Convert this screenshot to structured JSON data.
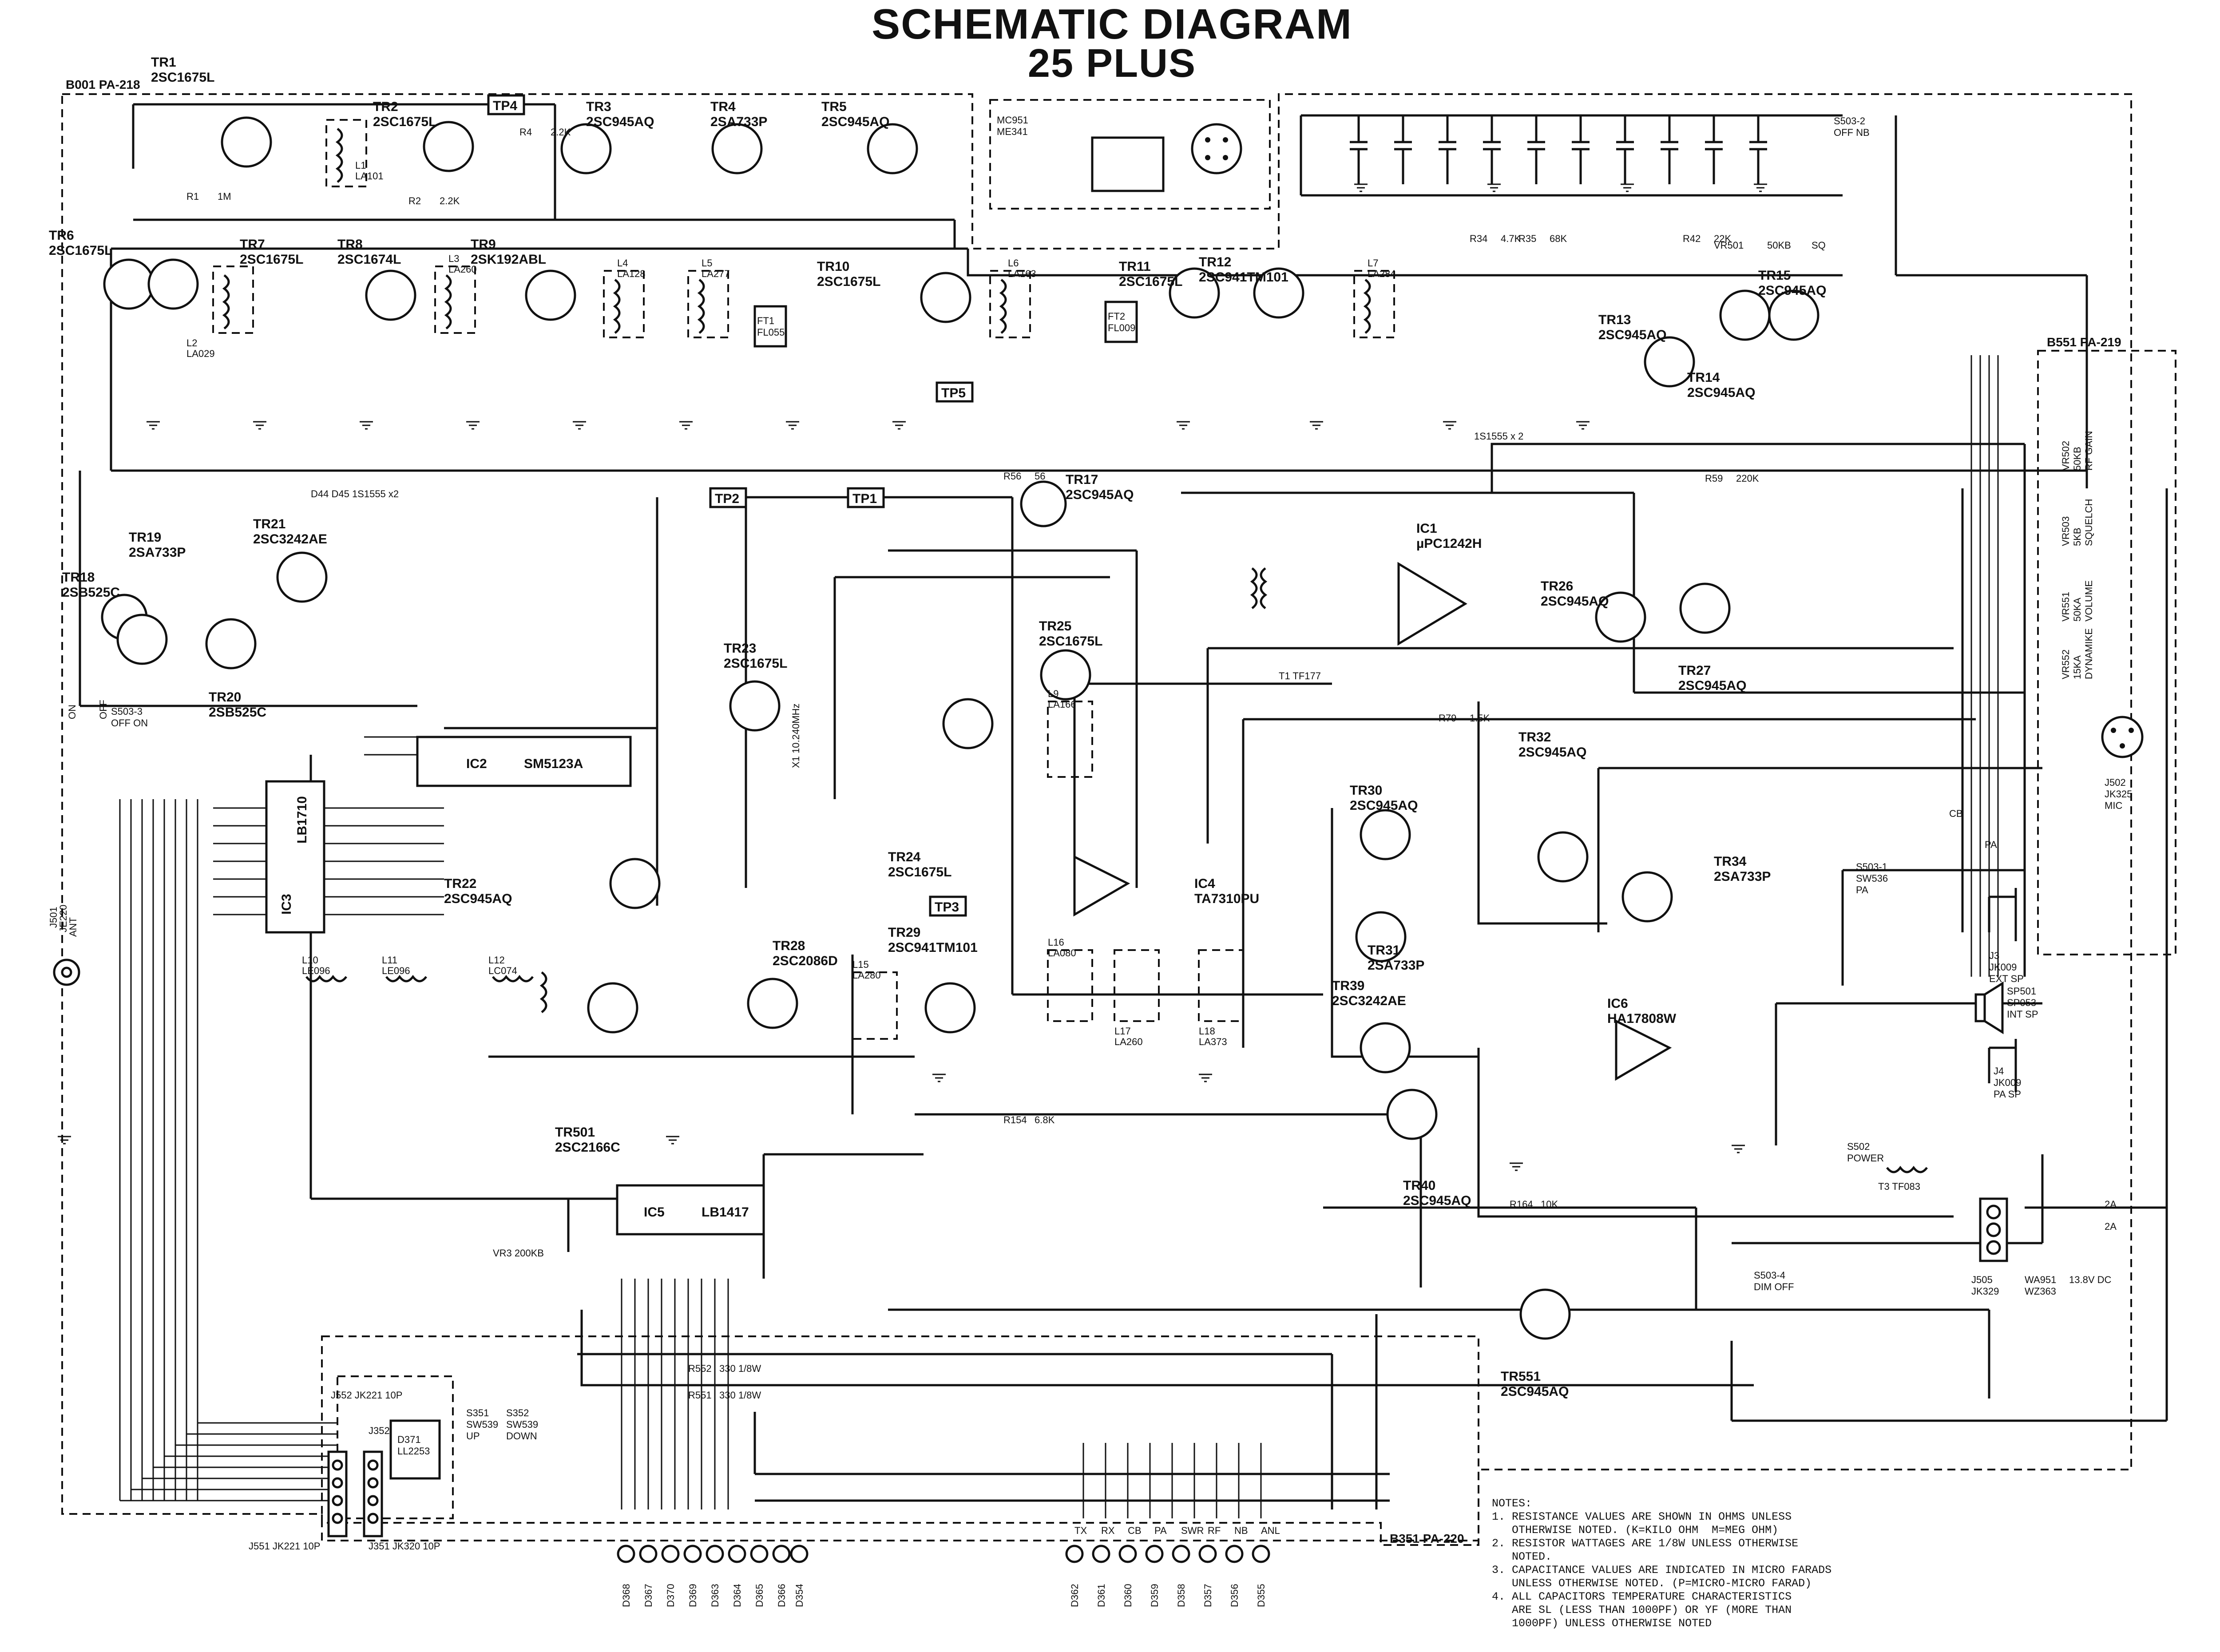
{
  "title": "SCHEMATIC DIAGRAM",
  "subtitle": "25 PLUS",
  "boards": {
    "b001": "B001 PA-218",
    "b551": "B551 PA-219",
    "b351": "B351 PA-220"
  },
  "transistors": [
    {
      "ref": "TR1",
      "part": "2SC1675L"
    },
    {
      "ref": "TR2",
      "part": "2SC1675L"
    },
    {
      "ref": "TR3",
      "part": "2SC945AQ"
    },
    {
      "ref": "TR4",
      "part": "2SA733P"
    },
    {
      "ref": "TR5",
      "part": "2SC945AQ"
    },
    {
      "ref": "TR6",
      "part": "2SC1675L"
    },
    {
      "ref": "TR7",
      "part": "2SC1675L"
    },
    {
      "ref": "TR8",
      "part": "2SC1674L"
    },
    {
      "ref": "TR9",
      "part": "2SK192ABL"
    },
    {
      "ref": "TR10",
      "part": "2SC1675L"
    },
    {
      "ref": "TR11",
      "part": "2SC1675L"
    },
    {
      "ref": "TR12",
      "part": "2SC941TM101"
    },
    {
      "ref": "TR13",
      "part": "2SC945AQ"
    },
    {
      "ref": "TR14",
      "part": "2SC945AQ"
    },
    {
      "ref": "TR15",
      "part": "2SC945AQ"
    },
    {
      "ref": "TR17",
      "part": "2SC945AQ"
    },
    {
      "ref": "TR18",
      "part": "2SB525C"
    },
    {
      "ref": "TR19",
      "part": "2SA733P"
    },
    {
      "ref": "TR20",
      "part": "2SB525C"
    },
    {
      "ref": "TR21",
      "part": "2SC3242AE"
    },
    {
      "ref": "TR22",
      "part": "2SC945AQ"
    },
    {
      "ref": "TR23",
      "part": "2SC1675L"
    },
    {
      "ref": "TR24",
      "part": "2SC1675L"
    },
    {
      "ref": "TR25",
      "part": "2SC1675L"
    },
    {
      "ref": "TR26",
      "part": "2SC945AQ"
    },
    {
      "ref": "TR27",
      "part": "2SC945AQ"
    },
    {
      "ref": "TR28",
      "part": "2SC2086D"
    },
    {
      "ref": "TR29",
      "part": "2SC941TM101"
    },
    {
      "ref": "TR30",
      "part": "2SC945AQ"
    },
    {
      "ref": "TR31",
      "part": "2SA733P"
    },
    {
      "ref": "TR32",
      "part": "2SC945AQ"
    },
    {
      "ref": "TR34",
      "part": "2SA733P"
    },
    {
      "ref": "TR39",
      "part": "2SC3242AE"
    },
    {
      "ref": "TR40",
      "part": "2SC945AQ"
    },
    {
      "ref": "TR501",
      "part": "2SC2166C"
    },
    {
      "ref": "TR551",
      "part": "2SC945AQ"
    }
  ],
  "ics": [
    {
      "ref": "IC1",
      "part": "µPC1242H"
    },
    {
      "ref": "IC2",
      "part": "SM5123A"
    },
    {
      "ref": "IC3",
      "part": "LB1710"
    },
    {
      "ref": "IC4",
      "part": "TA7310PU"
    },
    {
      "ref": "IC5",
      "part": "LB1417"
    },
    {
      "ref": "IC6",
      "part": "HA17808W"
    }
  ],
  "test_points": [
    "TP1",
    "TP2",
    "TP3",
    "TP4",
    "TP5"
  ],
  "coils": [
    {
      "ref": "L1",
      "part": "LA101"
    },
    {
      "ref": "L2",
      "part": "LA029"
    },
    {
      "ref": "L3",
      "part": "LA260"
    },
    {
      "ref": "L4",
      "part": "LA128"
    },
    {
      "ref": "L5",
      "part": "LA277"
    },
    {
      "ref": "L6",
      "part": "LA163"
    },
    {
      "ref": "L7",
      "part": "LA284"
    },
    {
      "ref": "L9",
      "part": "LA166"
    },
    {
      "ref": "L15",
      "part": "LA280"
    },
    {
      "ref": "L16",
      "part": "LA080"
    },
    {
      "ref": "L17",
      "part": "LA260"
    },
    {
      "ref": "L18",
      "part": "LA373"
    },
    {
      "ref": "L10",
      "part": "LE096"
    },
    {
      "ref": "L11",
      "part": "LE096"
    },
    {
      "ref": "L12",
      "part": "LC074"
    }
  ],
  "filters": [
    {
      "ref": "FT1",
      "part": "FL055"
    },
    {
      "ref": "FT2",
      "part": "FL009"
    }
  ],
  "connectors": {
    "mic_element": {
      "ref": "MC951",
      "part": "ME341"
    },
    "antenna": {
      "ref": "J501",
      "part": "JE220",
      "label": "ANT"
    },
    "mic_jack": {
      "ref": "J502",
      "part": "JK325",
      "label": "MIC"
    },
    "ext_sp": {
      "ref": "J3",
      "part": "JK009",
      "label": "EXT SP"
    },
    "pa_sp": {
      "ref": "J4",
      "part": "JK009",
      "label": "PA SP"
    },
    "int_sp": {
      "ref": "SP501",
      "part": "SP053",
      "label": "INT SP"
    },
    "power": {
      "ref": "J505",
      "part": "JK329",
      "label": "13.8V DC"
    },
    "power_ws": {
      "ref": "WA951",
      "part": "WZ363"
    },
    "fuse": {
      "ref": "2A",
      "note": "2A"
    },
    "j552": "J552  JK221  10P",
    "j352": "J352  JK320  10P",
    "j551": "J551  JK221  10P",
    "j351": "J351  JK320  10P"
  },
  "controls": [
    {
      "ref": "VR501",
      "part": "50KB",
      "label": "SQ"
    },
    {
      "ref": "VR502",
      "part": "50KB",
      "label": "RF GAIN"
    },
    {
      "ref": "VR503",
      "part": "5KB",
      "label": "SQUELCH"
    },
    {
      "ref": "VR551",
      "part": "50KA",
      "label": "VOLUME"
    },
    {
      "ref": "VR552",
      "part": "15KA",
      "label": "DYNAMIKE"
    }
  ],
  "switches": [
    {
      "ref": "S503-2",
      "label": "OFF  NB"
    },
    {
      "ref": "S503-1",
      "part": "SW536",
      "label": "PA"
    },
    {
      "ref": "S503-4",
      "label": "DIM  OFF"
    },
    {
      "ref": "S502",
      "label": "POWER"
    },
    {
      "ref": "S351",
      "part": "SW539",
      "label": "UP"
    },
    {
      "ref": "S352",
      "part": "SW539",
      "label": "DOWN"
    },
    {
      "ref": "S503-3",
      "label": "OFF  ON"
    }
  ],
  "displays": [
    {
      "ref": "D371",
      "part": "LL2253"
    }
  ],
  "leds": [
    "D368",
    "D367",
    "D370",
    "D369",
    "D363",
    "D364",
    "D365",
    "D366",
    "D362",
    "D361",
    "D360",
    "D359",
    "D358",
    "D357",
    "D356",
    "D355",
    "D354"
  ],
  "led_labels": [
    "TX",
    "RX",
    "CB",
    "PA",
    "SWR",
    "RF",
    "NB",
    "ANL"
  ],
  "resistors_sample": [
    {
      "ref": "R1",
      "value": "1M"
    },
    {
      "ref": "R2",
      "value": "2.2K"
    },
    {
      "ref": "R4",
      "value": "2.2K"
    },
    {
      "ref": "R34",
      "value": "4.7K"
    },
    {
      "ref": "R35",
      "value": "68K"
    },
    {
      "ref": "R42",
      "value": "22K"
    },
    {
      "ref": "R56",
      "value": "56"
    },
    {
      "ref": "R59",
      "value": "220K"
    },
    {
      "ref": "R79",
      "value": "1.5K"
    },
    {
      "ref": "R154",
      "value": "6.8K"
    },
    {
      "ref": "R164",
      "value": "10K"
    },
    {
      "ref": "R552",
      "value": "330  1/8W"
    },
    {
      "ref": "R551",
      "value": "330  1/8W"
    }
  ],
  "misc_labels": {
    "crystal": "X1  10.240MHz",
    "vr3": "VR3  200KB",
    "t1": "T1  TF177",
    "t3": "T3  TF083",
    "ic_d44_45": "D44 D45  1S1555 x2",
    "d33": "1S1555 x 2",
    "on": "ON",
    "off": "OFF",
    "cb": "CB",
    "pa": "PA"
  },
  "notes": {
    "heading": "NOTES:",
    "items": [
      "1. RESISTANCE VALUES ARE SHOWN IN OHMS UNLESS",
      "   OTHERWISE NOTED. (K=KILO OHM  M=MEG OHM)",
      "2. RESISTOR WATTAGES ARE 1/8W UNLESS OTHERWISE",
      "   NOTED.",
      "3. CAPACITANCE VALUES ARE INDICATED IN MICRO FARADS",
      "   UNLESS OTHERWISE NOTED. (P=MICRO-MICRO FARAD)",
      "4. ALL CAPACITORS TEMPERATURE CHARACTERISTICS",
      "   ARE SL (LESS THAN 1000PF) OR YF (MORE THAN",
      "   1000PF) UNLESS OTHERWISE NOTED"
    ]
  }
}
